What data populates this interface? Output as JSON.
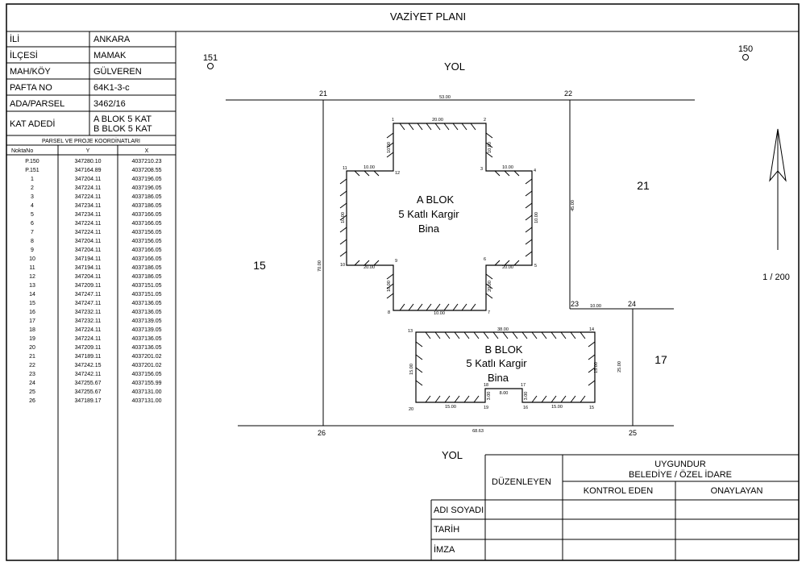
{
  "title": "VAZİYET PLANI",
  "info_rows": [
    {
      "label": "İLİ",
      "value": "ANKARA"
    },
    {
      "label": "İLÇESİ",
      "value": "MAMAK"
    },
    {
      "label": "MAH/KÖY",
      "value": "GÜLVEREN"
    },
    {
      "label": "PAFTA NO",
      "value": "64K1-3-c"
    },
    {
      "label": "ADA/PARSEL",
      "value": "3462/16"
    }
  ],
  "kat_adedi": {
    "label": "KAT ADEDİ",
    "value_1": "A BLOK 5 KAT",
    "value_2": "B BLOK 5 KAT"
  },
  "coords": {
    "title": "PARSEL VE PROJE KOORDİNATLARI",
    "headers": [
      "NoktaNo",
      "Y",
      "X"
    ],
    "rows": [
      [
        "P.150",
        "347280.10",
        "4037210.23"
      ],
      [
        "P.151",
        "347164.89",
        "4037208.55"
      ],
      [
        "1",
        "347204.11",
        "4037196.05"
      ],
      [
        "2",
        "347224.11",
        "4037196.05"
      ],
      [
        "3",
        "347224.11",
        "4037186.05"
      ],
      [
        "4",
        "347234.11",
        "4037186.05"
      ],
      [
        "5",
        "347234.11",
        "4037166.05"
      ],
      [
        "6",
        "347224.11",
        "4037166.05"
      ],
      [
        "7",
        "347224.11",
        "4037156.05"
      ],
      [
        "8",
        "347204.11",
        "4037156.05"
      ],
      [
        "9",
        "347204.11",
        "4037166.05"
      ],
      [
        "10",
        "347194.11",
        "4037166.05"
      ],
      [
        "11",
        "347194.11",
        "4037186.05"
      ],
      [
        "12",
        "347204.11",
        "4037186.05"
      ],
      [
        "13",
        "347209.11",
        "4037151.05"
      ],
      [
        "14",
        "347247.11",
        "4037151.05"
      ],
      [
        "15",
        "347247.11",
        "4037136.05"
      ],
      [
        "16",
        "347232.11",
        "4037136.05"
      ],
      [
        "17",
        "347232.11",
        "4037139.05"
      ],
      [
        "18",
        "347224.11",
        "4037139.05"
      ],
      [
        "19",
        "347224.11",
        "4037136.05"
      ],
      [
        "20",
        "347209.11",
        "4037136.05"
      ],
      [
        "21",
        "347189.11",
        "4037201.02"
      ],
      [
        "22",
        "347242.15",
        "4037201.02"
      ],
      [
        "23",
        "347242.11",
        "4037156.05"
      ],
      [
        "24",
        "347255.67",
        "4037155.99"
      ],
      [
        "25",
        "347255.67",
        "4037131.00"
      ],
      [
        "26",
        "347189.17",
        "4037131.00"
      ]
    ]
  },
  "plan": {
    "roads": [
      "YOL",
      "YOL"
    ],
    "benchmarks": [
      "151",
      "150"
    ],
    "parcels": [
      "15",
      "21",
      "17"
    ],
    "scale": "1 / 200",
    "corners": [
      "21",
      "22",
      "23",
      "24",
      "25",
      "26"
    ],
    "road_dims": [
      "53.00",
      "68.63",
      "70.00",
      "45.00",
      "10.00",
      "25.00"
    ],
    "block_a": {
      "line1": "A  BLOK",
      "line2": "5  Katlı    Kargir",
      "line3": "Bina",
      "points": [
        "1",
        "2",
        "3",
        "4",
        "5",
        "6",
        "7",
        "8",
        "9",
        "10",
        "11",
        "12"
      ],
      "dims": [
        "20.00",
        "10.00",
        "10.00",
        "10.00",
        "20.00",
        "20.00",
        "10.00",
        "10.00",
        "20.00",
        "10.00",
        "10.00",
        "10.00"
      ]
    },
    "block_b": {
      "line1": "B  BLOK",
      "line2": "5  Katlı    Kargir",
      "line3": "Bina",
      "points": [
        "13",
        "14",
        "15",
        "16",
        "17",
        "18",
        "19",
        "20"
      ],
      "dims": [
        "38.00",
        "15.00",
        "15.00",
        "15.00",
        "8.00",
        "3.00",
        "3.00",
        "15.00"
      ]
    }
  },
  "approval": {
    "duzenleyen": "DÜZENLEYEN",
    "uygundur_1": "UYGUNDUR",
    "uygundur_2": "BELEDİYE / ÖZEL İDARE",
    "kontrol": "KONTROL EDEN",
    "onaylayan": "ONAYLAYAN",
    "rows": [
      "ADI SOYADI",
      "TARİH",
      "İMZA"
    ]
  }
}
